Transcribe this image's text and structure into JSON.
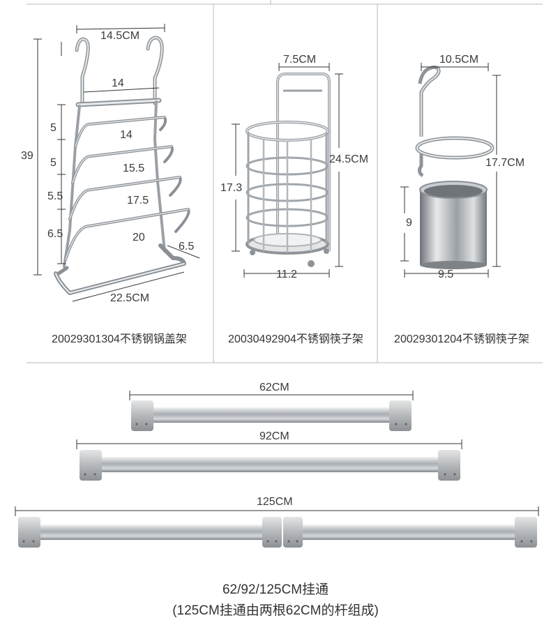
{
  "lid_rack": {
    "dims": {
      "top_width": "14.5CM",
      "height": "39",
      "r1": "14",
      "r2": "14",
      "r3": "15.5",
      "r4": "17.5",
      "r5": "20",
      "g1": "5",
      "g2": "5",
      "g3": "5.5",
      "g4": "6.5",
      "depth": "6.5",
      "base": "22.5CM"
    },
    "caption": "20029301304不锈钢锅盖架"
  },
  "chopstick_basket": {
    "dims": {
      "top": "7.5CM",
      "total_height": "24.5CM",
      "basket_height": "17.3",
      "bottom": "11.2"
    },
    "caption": "20030492904不锈钢筷子架"
  },
  "chopstick_cup": {
    "dims": {
      "top": "10.5CM",
      "total_height": "17.7CM",
      "cup_height": "9",
      "cup_width": "9.5"
    },
    "caption": "20029301204不锈钢筷子架"
  },
  "rails": {
    "r62": "62CM",
    "r92": "92CM",
    "r125": "125CM",
    "title": "62/92/125CM挂通",
    "note": "(125CM挂通由两根62CM的杆组成)"
  }
}
